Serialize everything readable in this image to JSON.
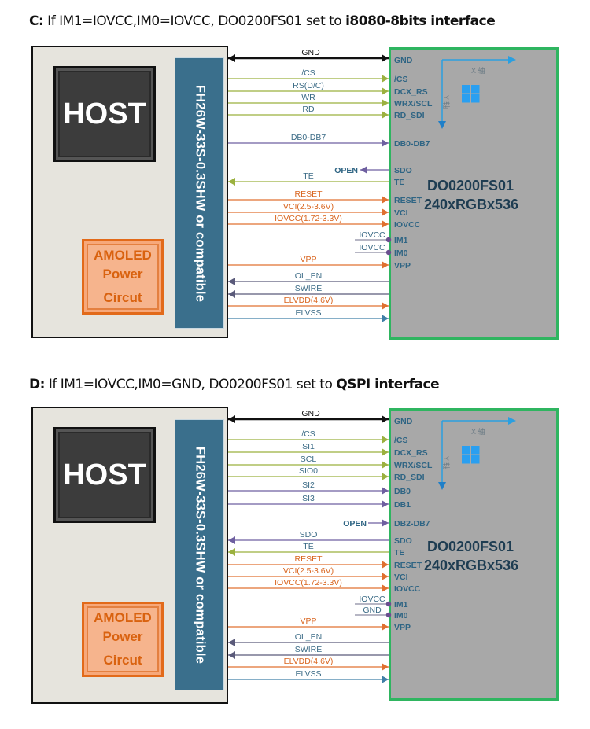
{
  "diagrams": [
    {
      "id": "C",
      "title": {
        "prefix": "C:",
        "text": " If IM1=IOVCC,IM0=IOVCC, DO0200FS01 set to ",
        "bold": "i8080-8bits interface"
      },
      "host_label": "HOST",
      "power_label": [
        "AMOLED",
        "Power",
        "Circut"
      ],
      "connector_label": "FH26W-33S-0.3SHW  or  compatible",
      "lcd": {
        "name": "DO0200FS01",
        "resolution": "240xRGBx536",
        "x_axis": "X 轴",
        "y_axis": "Y 轴"
      },
      "wires": [
        {
          "label": "GND",
          "dir": "both",
          "color": "#111111",
          "pin": "GND"
        },
        {
          "label": "/CS",
          "dir": "right",
          "color": "#9bb13f",
          "pin": "/CS"
        },
        {
          "label": "RS(D/C)",
          "dir": "right",
          "color": "#9bb13f",
          "pin": "DCX_RS"
        },
        {
          "label": "WR",
          "dir": "right",
          "color": "#9bb13f",
          "pin": "WRX/SCL"
        },
        {
          "label": "RD",
          "dir": "right",
          "color": "#9bb13f",
          "pin": "RD_SDI"
        },
        {
          "label": "",
          "dir": "gap"
        },
        {
          "label": "DB0-DB7",
          "dir": "right",
          "color": "#6e5fa0",
          "pin": "DB0-DB7"
        },
        {
          "label": "",
          "dir": "gap"
        },
        {
          "label": "OPEN",
          "dir": "open-left",
          "color": "#6e5fa0",
          "pin": "SDO"
        },
        {
          "label": "TE",
          "dir": "left",
          "color": "#9bb13f",
          "pin": "TE"
        },
        {
          "label": "RESET",
          "dir": "right",
          "color": "#e07030",
          "pin": "RESET"
        },
        {
          "label": "VCI(2.5-3.6V)",
          "dir": "right",
          "color": "#e07030",
          "pin": "VCI"
        },
        {
          "label": "IOVCC(1.72-3.3V)",
          "dir": "right",
          "color": "#e07030",
          "pin": "IOVCC"
        },
        {
          "label": "IOVCC",
          "dir": "tie",
          "color": "#6e5fa0",
          "pin": "IM1"
        },
        {
          "label": "IOVCC",
          "dir": "tie",
          "color": "#6e5fa0",
          "pin": "IM0"
        },
        {
          "label": "VPP",
          "dir": "right",
          "color": "#e07030",
          "pin": "VPP"
        },
        {
          "label": "OL_EN",
          "dir": "left",
          "color": "#5a5a7a",
          "pin": ""
        },
        {
          "label": "SWIRE",
          "dir": "left",
          "color": "#5a5a7a",
          "pin": ""
        },
        {
          "label": "ELVDD(4.6V)",
          "dir": "right",
          "color": "#e07030",
          "pin": ""
        },
        {
          "label": "ELVSS",
          "dir": "right",
          "color": "#3f7fa6",
          "pin": ""
        }
      ]
    },
    {
      "id": "D",
      "title": {
        "prefix": "D:",
        "text": " If IM1=IOVCC,IM0=GND, DO0200FS01 set to ",
        "bold": "QSPI interface"
      },
      "host_label": "HOST",
      "power_label": [
        "AMOLED",
        "Power",
        "Circut"
      ],
      "connector_label": "FH26W-33S-0.3SHW  or  compatible",
      "lcd": {
        "name": "DO0200FS01",
        "resolution": "240xRGBx536",
        "x_axis": "X 轴",
        "y_axis": "Y 轴"
      },
      "wires": [
        {
          "label": "GND",
          "dir": "both",
          "color": "#111111",
          "pin": "GND"
        },
        {
          "label": "/CS",
          "dir": "right",
          "color": "#9bb13f",
          "pin": "/CS"
        },
        {
          "label": "SI1",
          "dir": "right",
          "color": "#9bb13f",
          "pin": "DCX_RS"
        },
        {
          "label": "SCL",
          "dir": "right",
          "color": "#9bb13f",
          "pin": "WRX/SCL"
        },
        {
          "label": "SIO0",
          "dir": "right",
          "color": "#9bb13f",
          "pin": "RD_SDI"
        },
        {
          "label": "SI2",
          "dir": "right",
          "color": "#6e5fa0",
          "pin": "DB0"
        },
        {
          "label": "SI3",
          "dir": "right",
          "color": "#6e5fa0",
          "pin": "DB1"
        },
        {
          "label": "OPEN",
          "dir": "open-right",
          "color": "#6e5fa0",
          "pin": "DB2-DB7"
        },
        {
          "label": "SDO",
          "dir": "left",
          "color": "#6e5fa0",
          "pin": "SDO"
        },
        {
          "label": "TE",
          "dir": "left",
          "color": "#9bb13f",
          "pin": "TE"
        },
        {
          "label": "RESET",
          "dir": "right",
          "color": "#e07030",
          "pin": "RESET"
        },
        {
          "label": "VCI(2.5-3.6V)",
          "dir": "right",
          "color": "#e07030",
          "pin": "VCI"
        },
        {
          "label": "IOVCC(1.72-3.3V)",
          "dir": "right",
          "color": "#e07030",
          "pin": "IOVCC"
        },
        {
          "label": "IOVCC",
          "dir": "tie",
          "color": "#6e5fa0",
          "pin": "IM1"
        },
        {
          "label": "GND",
          "dir": "tie",
          "color": "#6e5fa0",
          "pin": "IM0"
        },
        {
          "label": "VPP",
          "dir": "right",
          "color": "#e07030",
          "pin": "VPP"
        },
        {
          "label": "OL_EN",
          "dir": "left",
          "color": "#5a5a7a",
          "pin": ""
        },
        {
          "label": "SWIRE",
          "dir": "left",
          "color": "#5a5a7a",
          "pin": ""
        },
        {
          "label": "ELVDD(4.6V)",
          "dir": "right",
          "color": "#e07030",
          "pin": ""
        },
        {
          "label": "ELVSS",
          "dir": "right",
          "color": "#3f7fa6",
          "pin": ""
        }
      ]
    }
  ]
}
